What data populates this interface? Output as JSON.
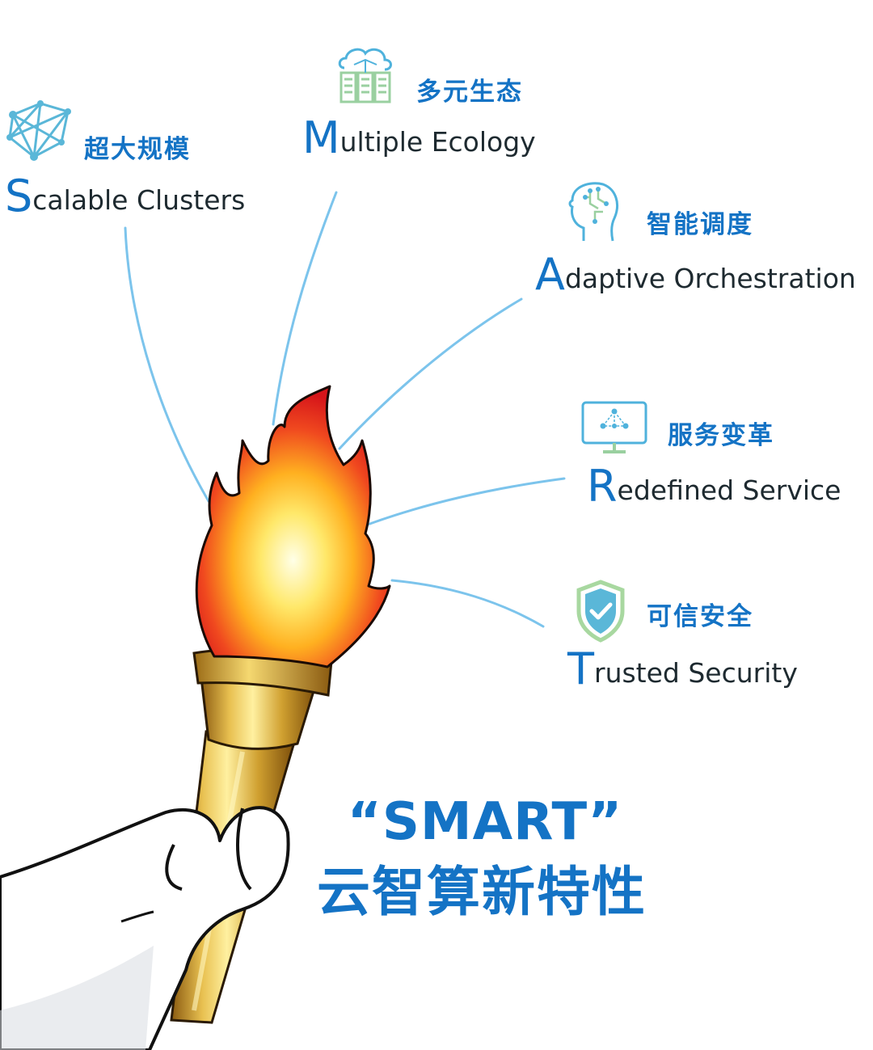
{
  "features": [
    {
      "key": "scalable",
      "cn": "超大规模",
      "initial": "S",
      "rest": "calable Clusters",
      "icon": "network-icon"
    },
    {
      "key": "multiple",
      "cn": "多元生态",
      "initial": "M",
      "rest": "ultiple Ecology",
      "icon": "cloud-servers-icon"
    },
    {
      "key": "adaptive",
      "cn": "智能调度",
      "initial": "A",
      "rest": "daptive Orchestration",
      "icon": "ai-head-icon"
    },
    {
      "key": "redefined",
      "cn": "服务变革",
      "initial": "R",
      "rest": "edefined Service",
      "icon": "monitor-network-icon"
    },
    {
      "key": "trusted",
      "cn": "可信安全",
      "initial": "T",
      "rest": "rusted Security",
      "icon": "shield-check-icon"
    }
  ],
  "slogan": {
    "line1": "“SMART”",
    "line2": "云智算新特性"
  },
  "colors": {
    "brand_blue": "#1473c5",
    "line_blue": "#7cc4ec",
    "icon_green": "#a8d8a0",
    "flame_red": "#e2231a",
    "flame_yellow": "#ffd21a",
    "torch_gold": "#c89a2a"
  }
}
